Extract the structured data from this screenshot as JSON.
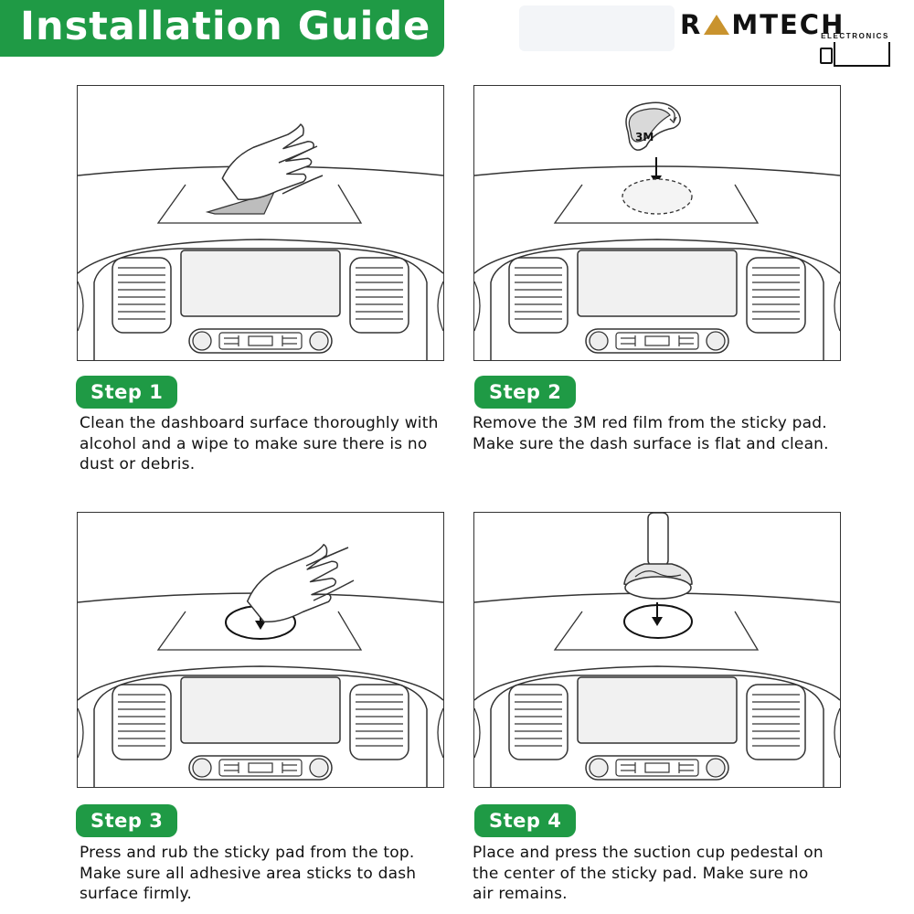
{
  "header": {
    "title": "Installation Guide",
    "accent_color": "#1f9a45"
  },
  "logo": {
    "word_left": "R",
    "word_right": "MTECH",
    "subtitle": "ELECTRONICS",
    "accent_color": "#c9932e"
  },
  "steps": [
    {
      "label": "Step 1",
      "text": "Clean the dashboard surface thoroughly with alcohol and a wipe to make sure there is no dust or debris.",
      "illustration": "hand-wiping-icon"
    },
    {
      "label": "Step 2",
      "text": "Remove the 3M red film from the sticky pad. Make sure the dash surface is flat and clean.",
      "illustration": "3m-pad-icon",
      "pad_label": "3M"
    },
    {
      "label": "Step 3",
      "text": "Press and rub the sticky pad from the top. Make sure all adhesive area sticks to dash surface firmly.",
      "illustration": "hand-pressing-icon"
    },
    {
      "label": "Step 4",
      "text": "Place and press the suction cup pedestal on the center of the sticky pad. Make sure no air remains.",
      "illustration": "suction-cup-icon"
    }
  ]
}
